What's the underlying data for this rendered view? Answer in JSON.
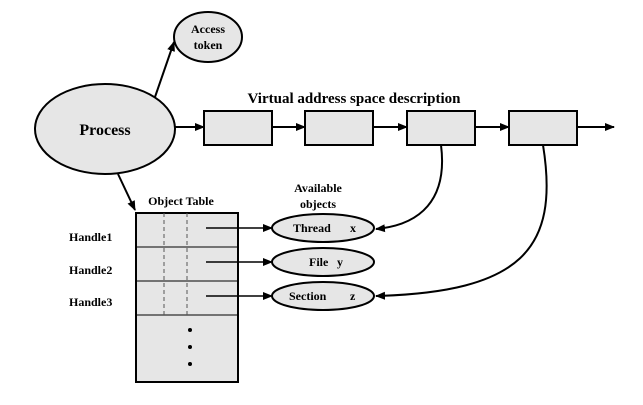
{
  "nodes": {
    "process": "Process",
    "access_token_line1": "Access",
    "access_token_line2": "token"
  },
  "vad": {
    "title": "Virtual address space description"
  },
  "object_table": {
    "title": "Object Table",
    "handles": [
      "Handle1",
      "Handle2",
      "Handle3"
    ],
    "continuation": "• • •"
  },
  "available_objects": {
    "title_line1": "Available",
    "title_line2": "objects",
    "items": [
      {
        "name": "Thread",
        "var": "x"
      },
      {
        "name": "File",
        "var": "y"
      },
      {
        "name": "Section",
        "var": "z"
      }
    ]
  },
  "colors": {
    "shape_fill": "#e6e6e6",
    "stroke": "#000000",
    "background": "#ffffff"
  }
}
